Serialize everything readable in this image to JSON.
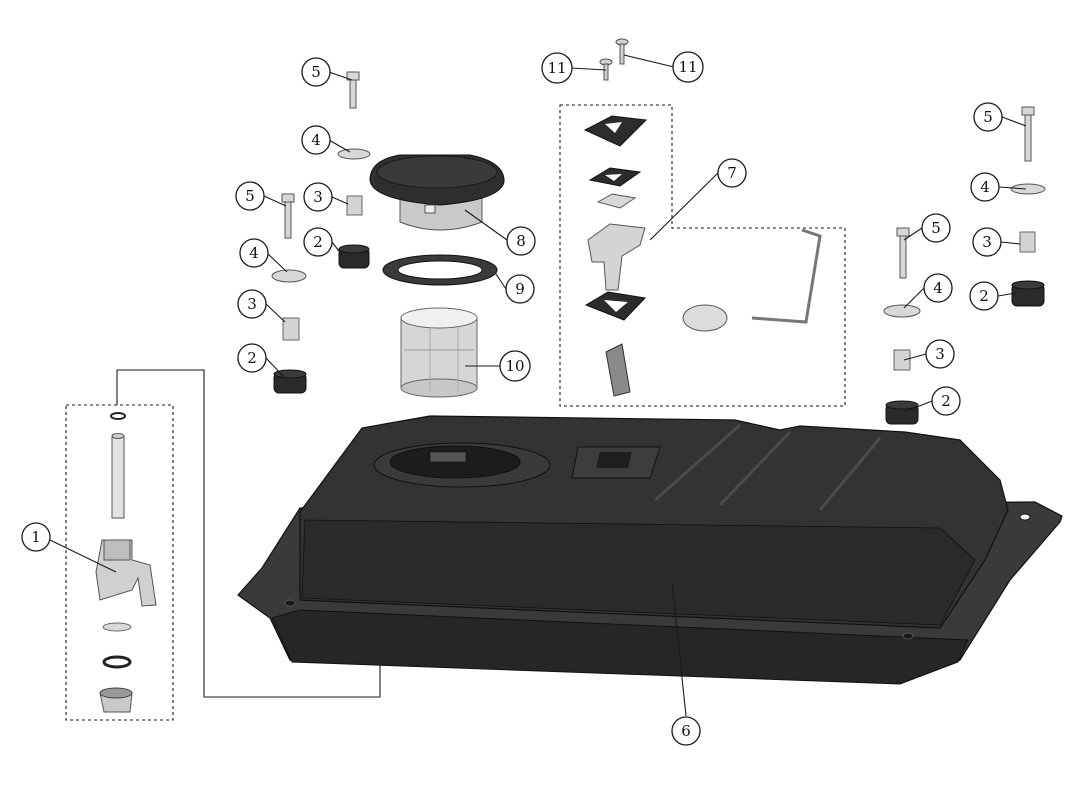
{
  "callouts": {
    "c1": "1",
    "c2a": "2",
    "c2b": "2",
    "c2c": "2",
    "c2d": "2",
    "c3a": "3",
    "c3b": "3",
    "c3c": "3",
    "c3d": "3",
    "c4a": "4",
    "c4b": "4",
    "c4c": "4",
    "c4d": "4",
    "c5a": "5",
    "c5b": "5",
    "c5c": "5",
    "c5d": "5",
    "c6": "6",
    "c7": "7",
    "c8": "8",
    "c9": "9",
    "c10": "10",
    "c11a": "11",
    "c11b": "11"
  },
  "colors": {
    "tank": "#2e2e2e",
    "rubber": "#262626",
    "metal": "#d9d9d9",
    "line": "#1a1a1a"
  }
}
